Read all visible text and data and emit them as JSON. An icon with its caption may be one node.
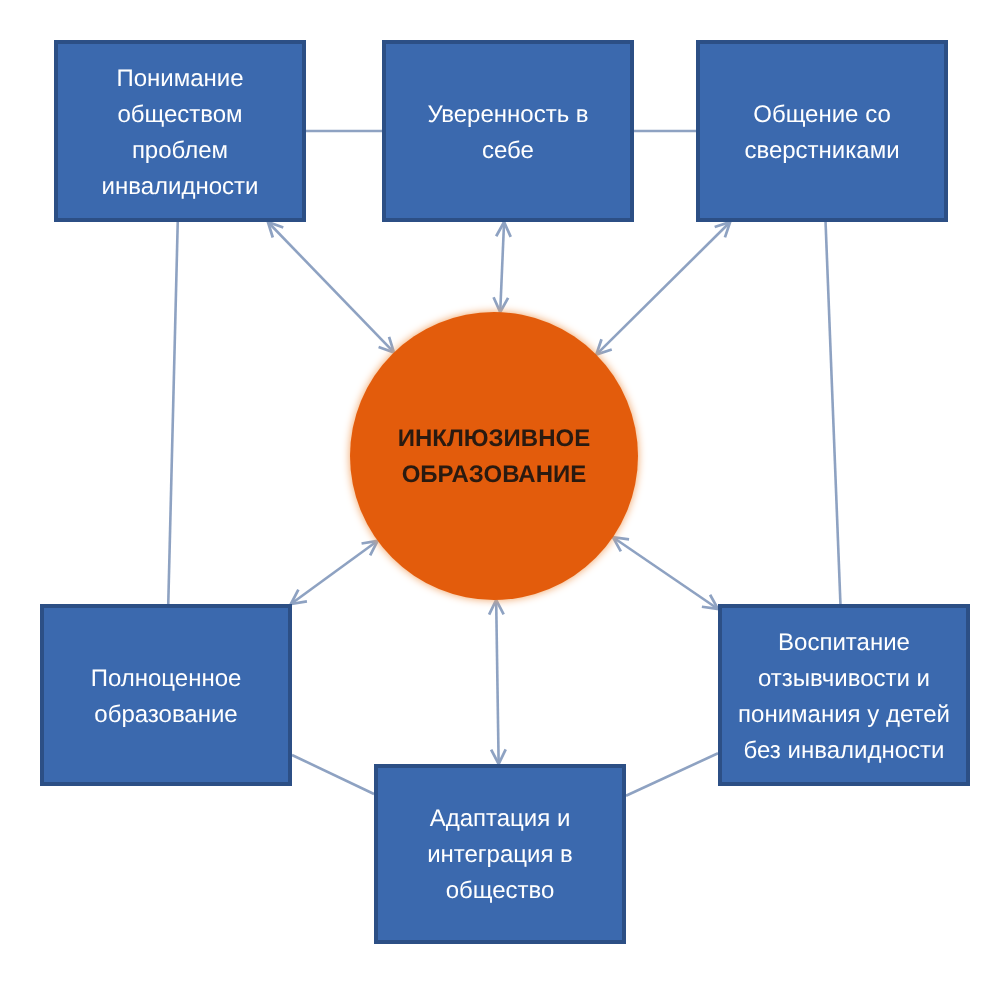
{
  "diagram": {
    "nodes": [
      {
        "text": [
          "Понимание обществом проблем инвалидности"
        ]
      },
      {
        "text": [
          "Уверенность в себе"
        ]
      },
      {
        "text": [
          "Общение со сверстниками"
        ]
      },
      {
        "text": [
          "ИНКЛЮЗИВНОЕ ОБРАЗОВАНИЕ"
        ]
      },
      {
        "text": [
          "Полноценное образование"
        ]
      },
      {
        "text": [
          "Воспитание отзывчивости и понимания у детей без инвалидности"
        ]
      },
      {
        "text": [
          "Адаптация и интеграция в общество"
        ]
      }
    ],
    "edges": [
      {
        "from": 0,
        "to": 1,
        "arrow": "none"
      },
      {
        "from": 1,
        "to": 2,
        "arrow": "none"
      },
      {
        "from": 0,
        "to": 4,
        "arrow": "none"
      },
      {
        "from": 2,
        "to": 5,
        "arrow": "none"
      },
      {
        "from": 4,
        "to": 6,
        "arrow": "none"
      },
      {
        "from": 6,
        "to": 5,
        "arrow": "none"
      },
      {
        "from": 3,
        "to": 0,
        "arrow": "both"
      },
      {
        "from": 3,
        "to": 1,
        "arrow": "both"
      },
      {
        "from": 3,
        "to": 2,
        "arrow": "both"
      },
      {
        "from": 3,
        "to": 4,
        "arrow": "both"
      },
      {
        "from": 3,
        "to": 5,
        "arrow": "both"
      },
      {
        "from": 3,
        "to": 6,
        "arrow": "both"
      }
    ]
  }
}
